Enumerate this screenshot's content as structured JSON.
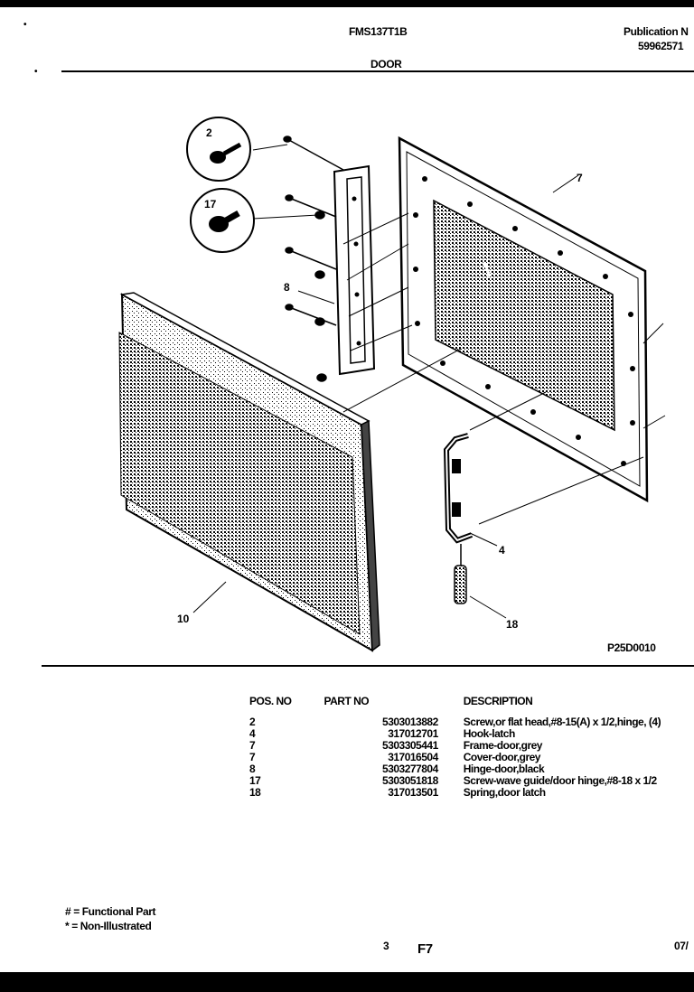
{
  "header": {
    "model": "FMS137T1B",
    "publication_label": "Publication N",
    "publication_number": "59962571",
    "section": "DOOR"
  },
  "diagram": {
    "callouts": [
      "2",
      "17",
      "7",
      "8",
      "10",
      "4",
      "18"
    ],
    "figure_code": "P25D0010"
  },
  "parts_table": {
    "headers": [
      "POS. NO",
      "PART NO",
      "DESCRIPTION"
    ],
    "rows": [
      {
        "pos": "2",
        "part": "5303013882",
        "desc": "Screw,or flat head,#8-15(A) x 1/2,hinge, (4)"
      },
      {
        "pos": "4",
        "part": "317012701",
        "desc": "Hook-latch"
      },
      {
        "pos": "7",
        "part": "5303305441",
        "desc": "Frame-door,grey"
      },
      {
        "pos": "7",
        "part": "317016504",
        "desc": "Cover-door,grey"
      },
      {
        "pos": "8",
        "part": "5303277804",
        "desc": "Hinge-door,black"
      },
      {
        "pos": "17",
        "part": "5303051818",
        "desc": "Screw-wave guide/door hinge,#8-18 x 1/2"
      },
      {
        "pos": "18",
        "part": "317013501",
        "desc": "Spring,door latch"
      }
    ]
  },
  "legend": {
    "functional": "# = Functional Part",
    "non_illustrated": "* = Non-Illustrated"
  },
  "footer": {
    "page": "3",
    "code": "F7",
    "date": "07/"
  }
}
